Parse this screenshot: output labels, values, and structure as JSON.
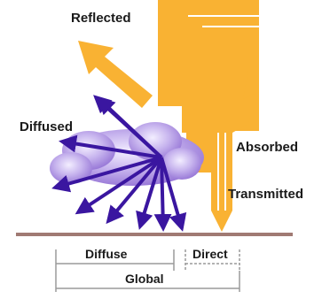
{
  "diagram": {
    "labels": {
      "reflected": "Reflected",
      "diffused": "Diffused",
      "absorbed": "Absorbed",
      "transmitted": "Transmitted",
      "diffuse": "Diffuse",
      "direct": "Direct",
      "global": "Global"
    },
    "colors": {
      "sunlight": "#F9B233",
      "cloud": "#9B7BD8",
      "cloud_light": "#D9CFF5",
      "scatter_arrow": "#3A16A0",
      "ground": "#A07A73",
      "bracket": "#9A9A9A",
      "text": "#1A1A1A"
    }
  }
}
